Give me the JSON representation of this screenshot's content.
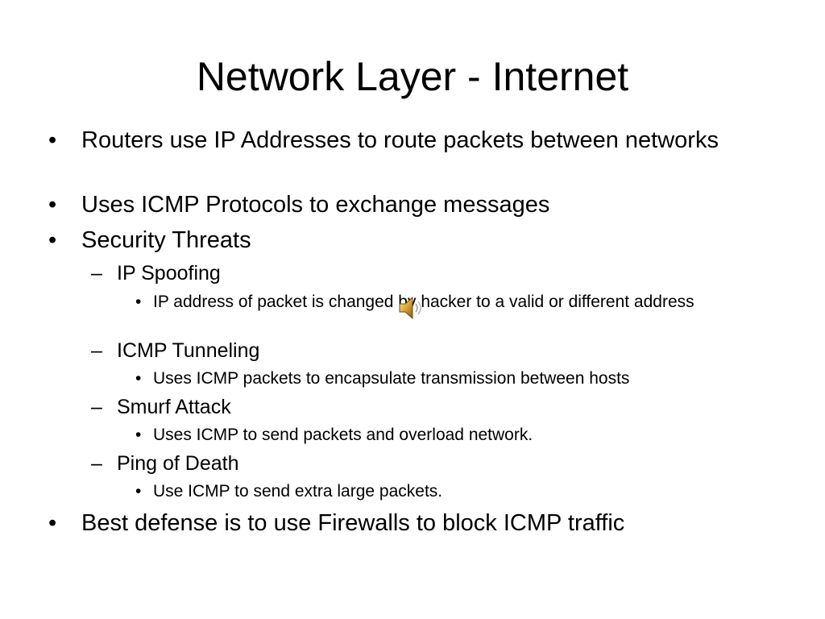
{
  "slide": {
    "title": "Network Layer - Internet",
    "bullet_glyph": "•",
    "dash_glyph": "–",
    "items": {
      "b1": "Routers use IP Addresses to route packets between networks",
      "b2": "Uses ICMP Protocols to exchange messages",
      "b3": "Security Threats",
      "s1": "IP Spoofing",
      "s1d": "IP address of packet is changed by hacker to a valid or different address",
      "s2": "ICMP Tunneling",
      "s2d": "Uses ICMP packets to encapsulate transmission between hosts",
      "s3": "Smurf Attack",
      "s3d": "Uses  ICMP to send packets and overload network.",
      "s4": "Ping of Death",
      "s4d": "Use ICMP to send extra large packets.",
      "b4": "Best defense is to use Firewalls to block ICMP traffic"
    },
    "audio_icon": "speaker-icon"
  }
}
